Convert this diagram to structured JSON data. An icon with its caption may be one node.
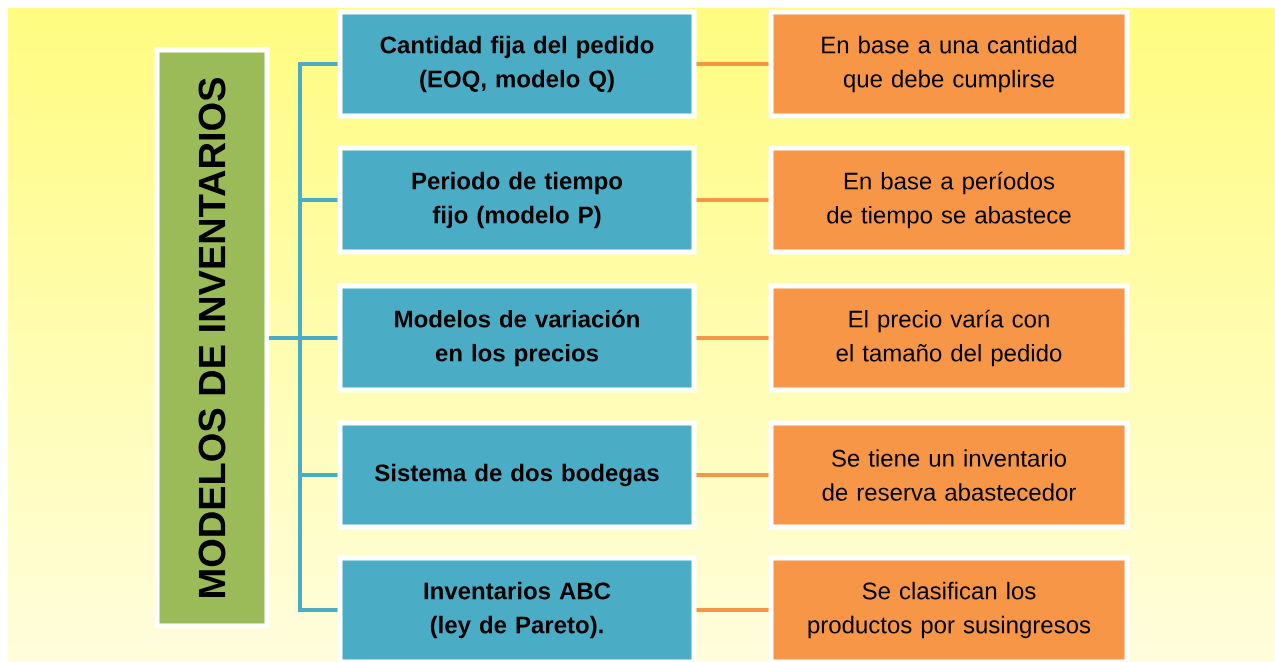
{
  "diagram": {
    "nodes": [
      {
        "text": [
          "MODELOS DE INVENTARIOS"
        ]
      },
      {
        "text": [
          "Cantidad fija del pedido (EOQ, modelo Q)"
        ]
      },
      {
        "text": [
          "Periodo de tiempo fijo (modelo P)"
        ]
      },
      {
        "text": [
          "Modelos de variación en los precios"
        ]
      },
      {
        "text": [
          "Sistema de dos bodegas"
        ]
      },
      {
        "text": [
          "Inventarios ABC (ley de Pareto)."
        ]
      },
      {
        "text": [
          "En base a una cantidad que debe cumplirse"
        ]
      },
      {
        "text": [
          "En base a períodos de tiempo se abastece"
        ]
      },
      {
        "text": [
          "El precio varía con el tamaño del pedido"
        ]
      },
      {
        "text": [
          "Se tiene un inventario de reserva abastecedor"
        ]
      },
      {
        "text": [
          "Se clasifican los productos por susingresos"
        ]
      }
    ],
    "edges": [
      {
        "from": 0,
        "to": 1,
        "arrow": "none"
      },
      {
        "from": 0,
        "to": 2,
        "arrow": "none"
      },
      {
        "from": 0,
        "to": 3,
        "arrow": "none"
      },
      {
        "from": 0,
        "to": 4,
        "arrow": "none"
      },
      {
        "from": 0,
        "to": 5,
        "arrow": "none"
      },
      {
        "from": 1,
        "to": 6,
        "arrow": "none",
        "color": "#f79646"
      },
      {
        "from": 2,
        "to": 7,
        "arrow": "none",
        "color": "#f79646"
      },
      {
        "from": 3,
        "to": 8,
        "arrow": "none",
        "color": "#f79646"
      },
      {
        "from": 4,
        "to": 9,
        "arrow": "none",
        "color": "#f79646"
      },
      {
        "from": 5,
        "to": 10,
        "arrow": "none",
        "color": "#f79646"
      }
    ]
  }
}
